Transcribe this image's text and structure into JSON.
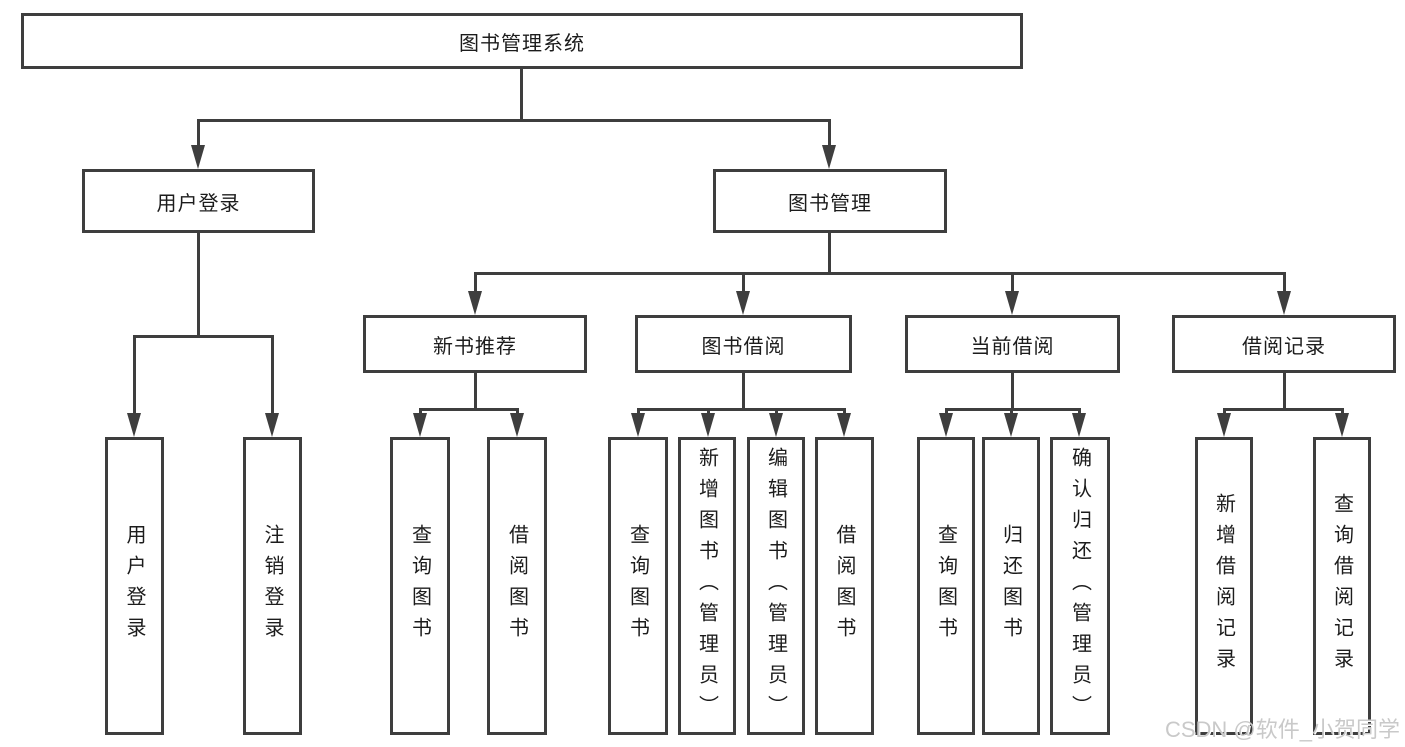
{
  "tree": {
    "label": "图书管理系统",
    "children": [
      {
        "label": "用户登录",
        "children": [
          {
            "label": "用户登录"
          },
          {
            "label": "注销登录"
          }
        ]
      },
      {
        "label": "图书管理",
        "children": [
          {
            "label": "新书推荐",
            "children": [
              {
                "label": "查询图书"
              },
              {
                "label": "借阅图书"
              }
            ]
          },
          {
            "label": "图书借阅",
            "children": [
              {
                "label": "查询图书"
              },
              {
                "label": "新增图书（管理员）"
              },
              {
                "label": "编辑图书（管理员）"
              },
              {
                "label": "借阅图书"
              }
            ]
          },
          {
            "label": "当前借阅",
            "children": [
              {
                "label": "查询图书"
              },
              {
                "label": "归还图书"
              },
              {
                "label": "确认归还（管理员）"
              }
            ]
          },
          {
            "label": "借阅记录",
            "children": [
              {
                "label": "新增借阅记录"
              },
              {
                "label": "查询借阅记录"
              }
            ]
          }
        ]
      }
    ]
  },
  "watermark": "CSDN @软件_小贺同学",
  "colors": {
    "line": "#3e3e3e",
    "text": "#1c1c1c",
    "watermark": "#c9c9c9",
    "background": "#ffffff"
  }
}
